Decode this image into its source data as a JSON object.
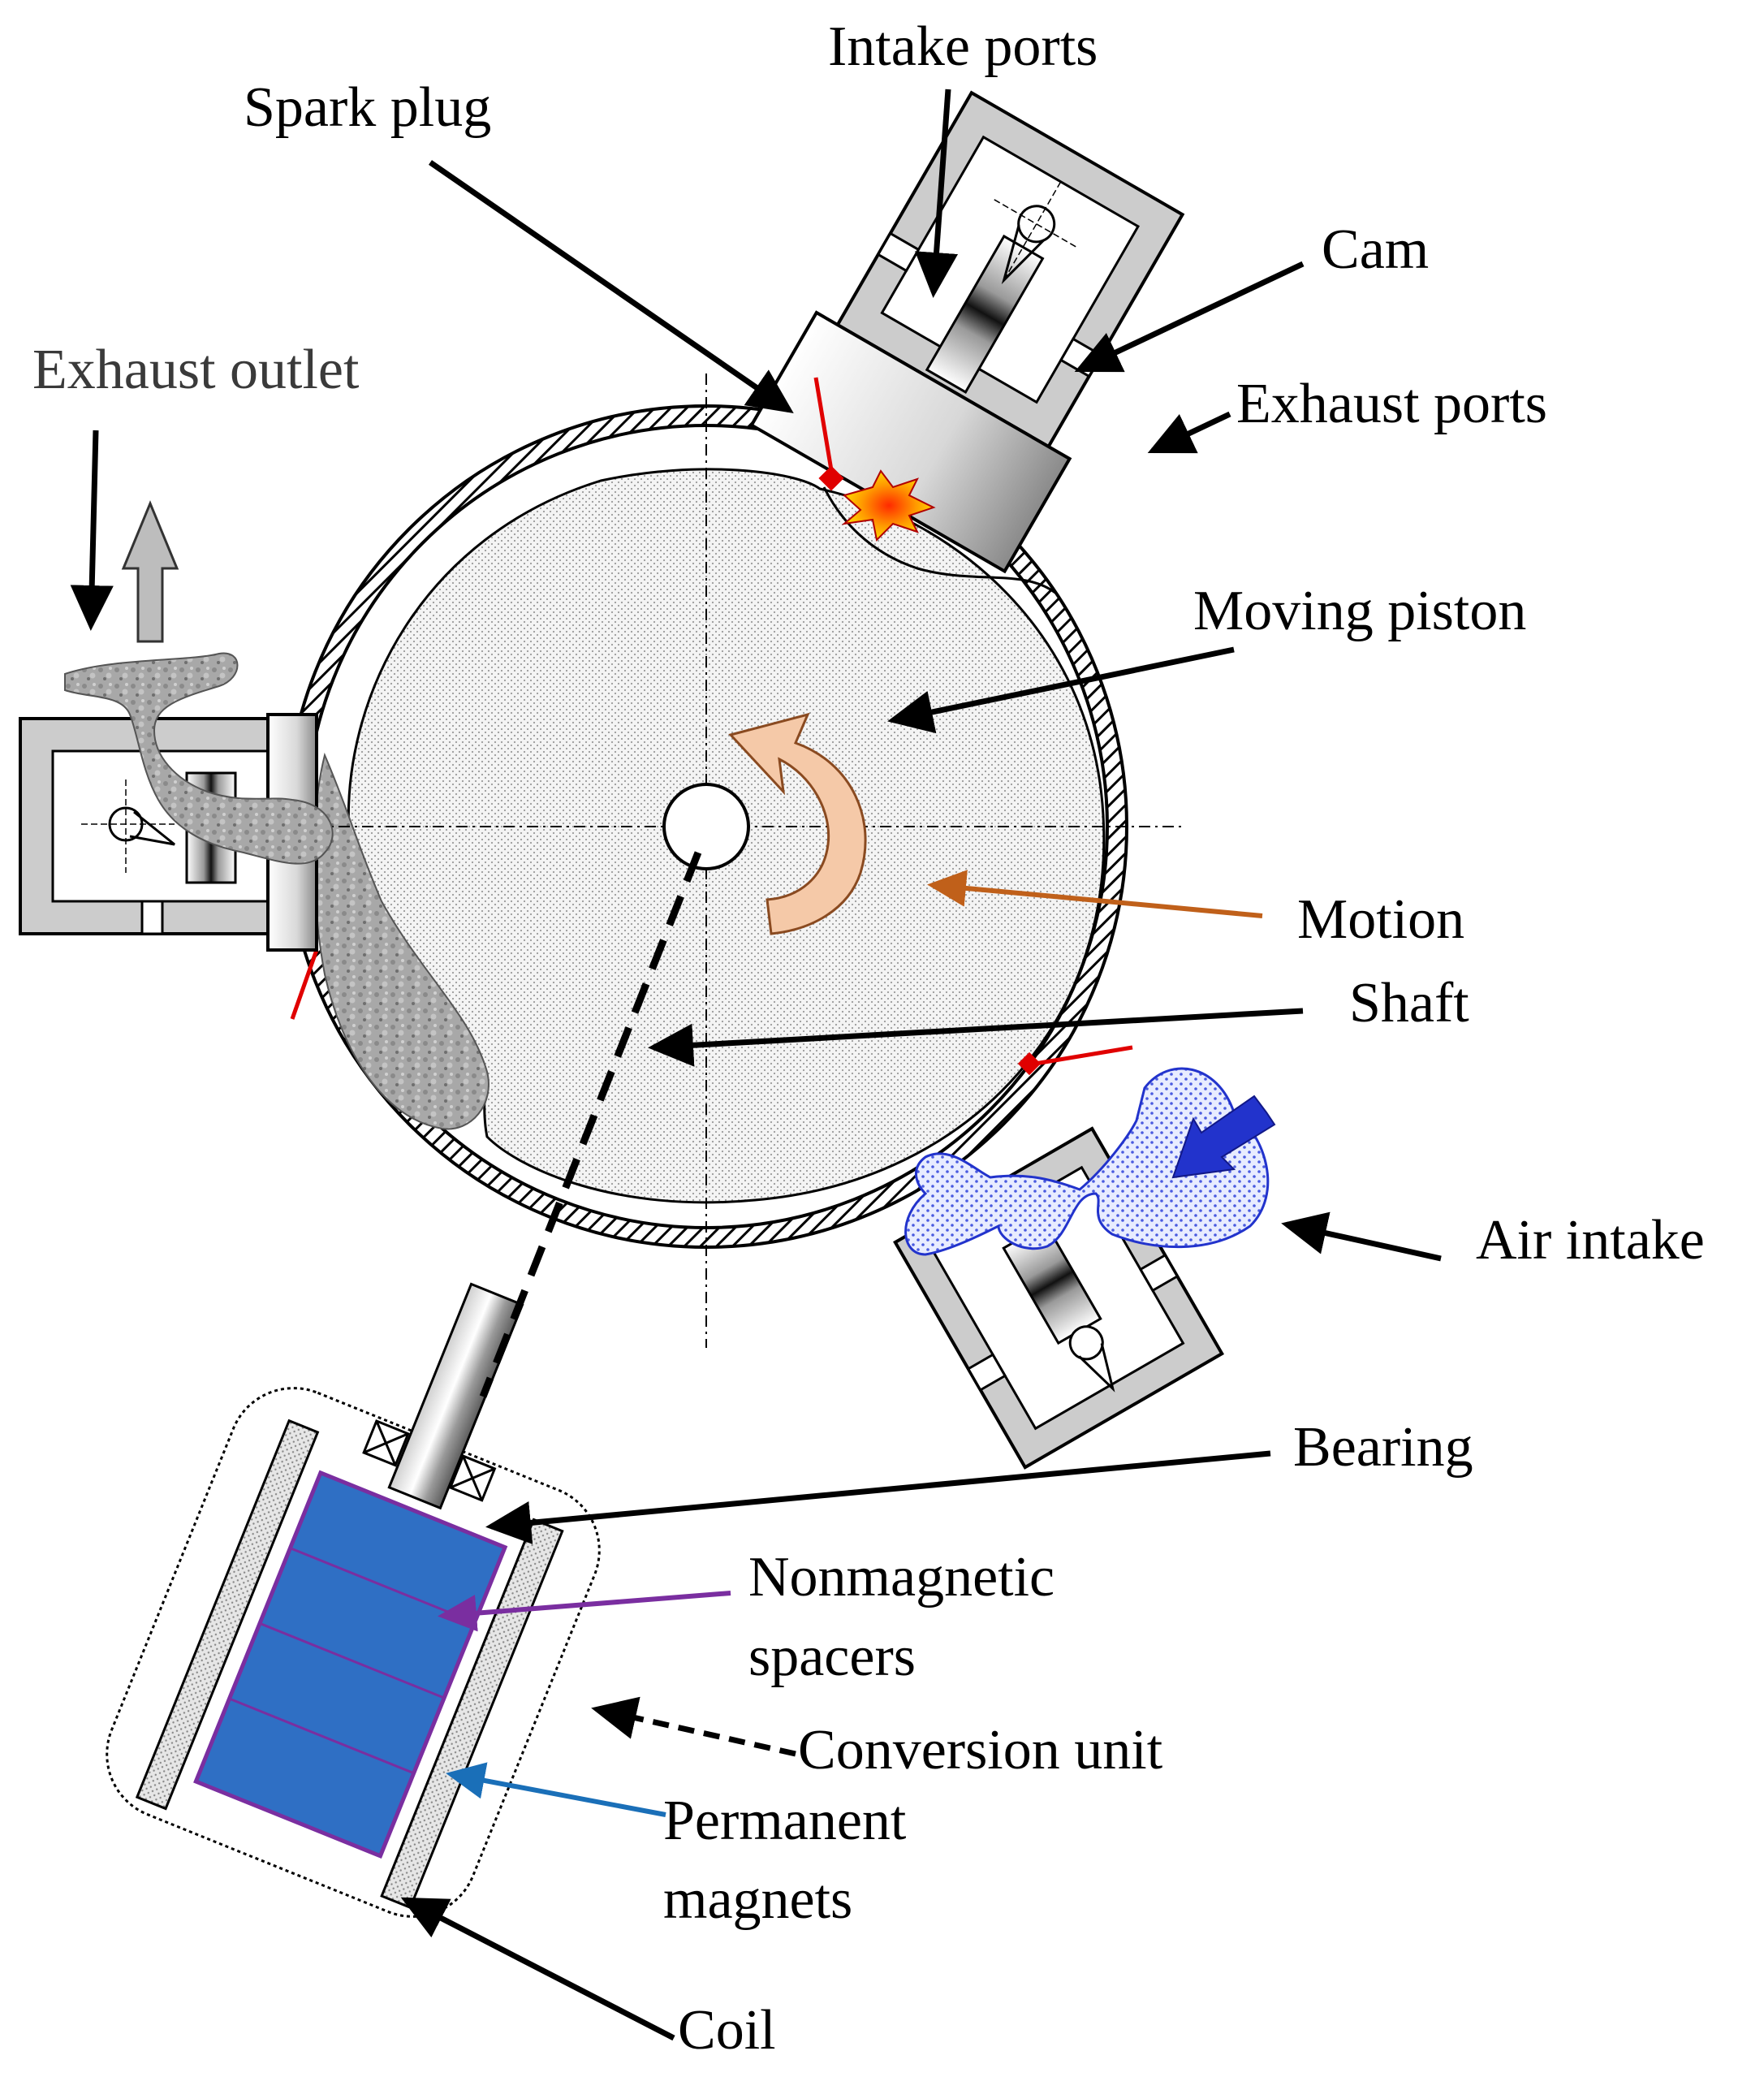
{
  "labels": {
    "intake_ports": "Intake ports",
    "spark_plug": "Spark plug",
    "cam": "Cam",
    "exhaust_outlet": "Exhaust outlet",
    "exhaust_ports": "Exhaust ports",
    "moving_piston": "Moving piston",
    "motion": "Motion",
    "shaft": "Shaft",
    "air_intake": "Air intake",
    "bearing": "Bearing",
    "nonmagnetic_line1": "Nonmagnetic",
    "nonmagnetic_line2": "spacers",
    "conversion_unit": "Conversion unit",
    "permanent_line1": "Permanent",
    "permanent_line2": "magnets",
    "coil": "Coil"
  },
  "colors": {
    "motion_arrow": "#c0601a",
    "spacer_arrow": "#7a2ea0",
    "magnet_arrow": "#1a6fb8",
    "magnet_fill": "#2f6fc4",
    "spark_red": "#e00000",
    "rotation_arrow": "#f5c9a8",
    "air_blue": "#2233cc"
  },
  "icons": [
    "rotation-arrow-icon",
    "flame-icon",
    "exhaust-up-arrow-icon",
    "air-in-arrow-icon"
  ]
}
